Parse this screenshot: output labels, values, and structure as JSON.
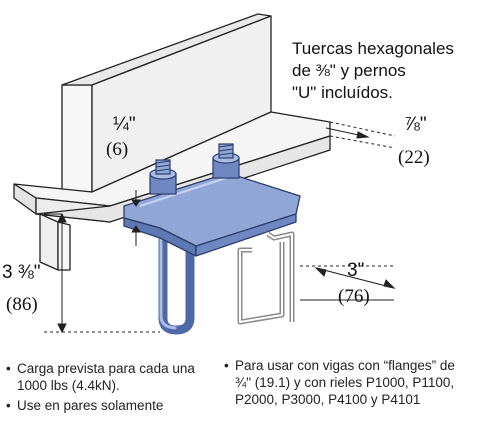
{
  "callout": {
    "line1": "Tuercas hexagonales",
    "line2": "de ⅜\" y pernos",
    "line3": "\"U\" incluídos."
  },
  "dimensions": {
    "quarter_in": "¼\"",
    "quarter_mm": "(6)",
    "seven_eighths_in": "⅞\"",
    "seven_eighths_mm": "(22)",
    "height_in": "3 ⅜\"",
    "height_mm": "(86)",
    "width_in": "3\"",
    "width_mm": "(76)"
  },
  "notes_left": [
    "Carga prevista para cada una",
    "1000 lbs (4.4kN).",
    "Use en pares solamente"
  ],
  "notes_right": [
    "Para usar con vigas con “flanges” de",
    "¾\" (19.1) y con rieles P1000, P1100,",
    "P2000, P3000, P4100 y P4101"
  ],
  "colors": {
    "clamp_fill": "#8fa6d6",
    "clamp_dark": "#5e78b4",
    "beam_fill": "#f2f2f2",
    "line": "#222222"
  }
}
